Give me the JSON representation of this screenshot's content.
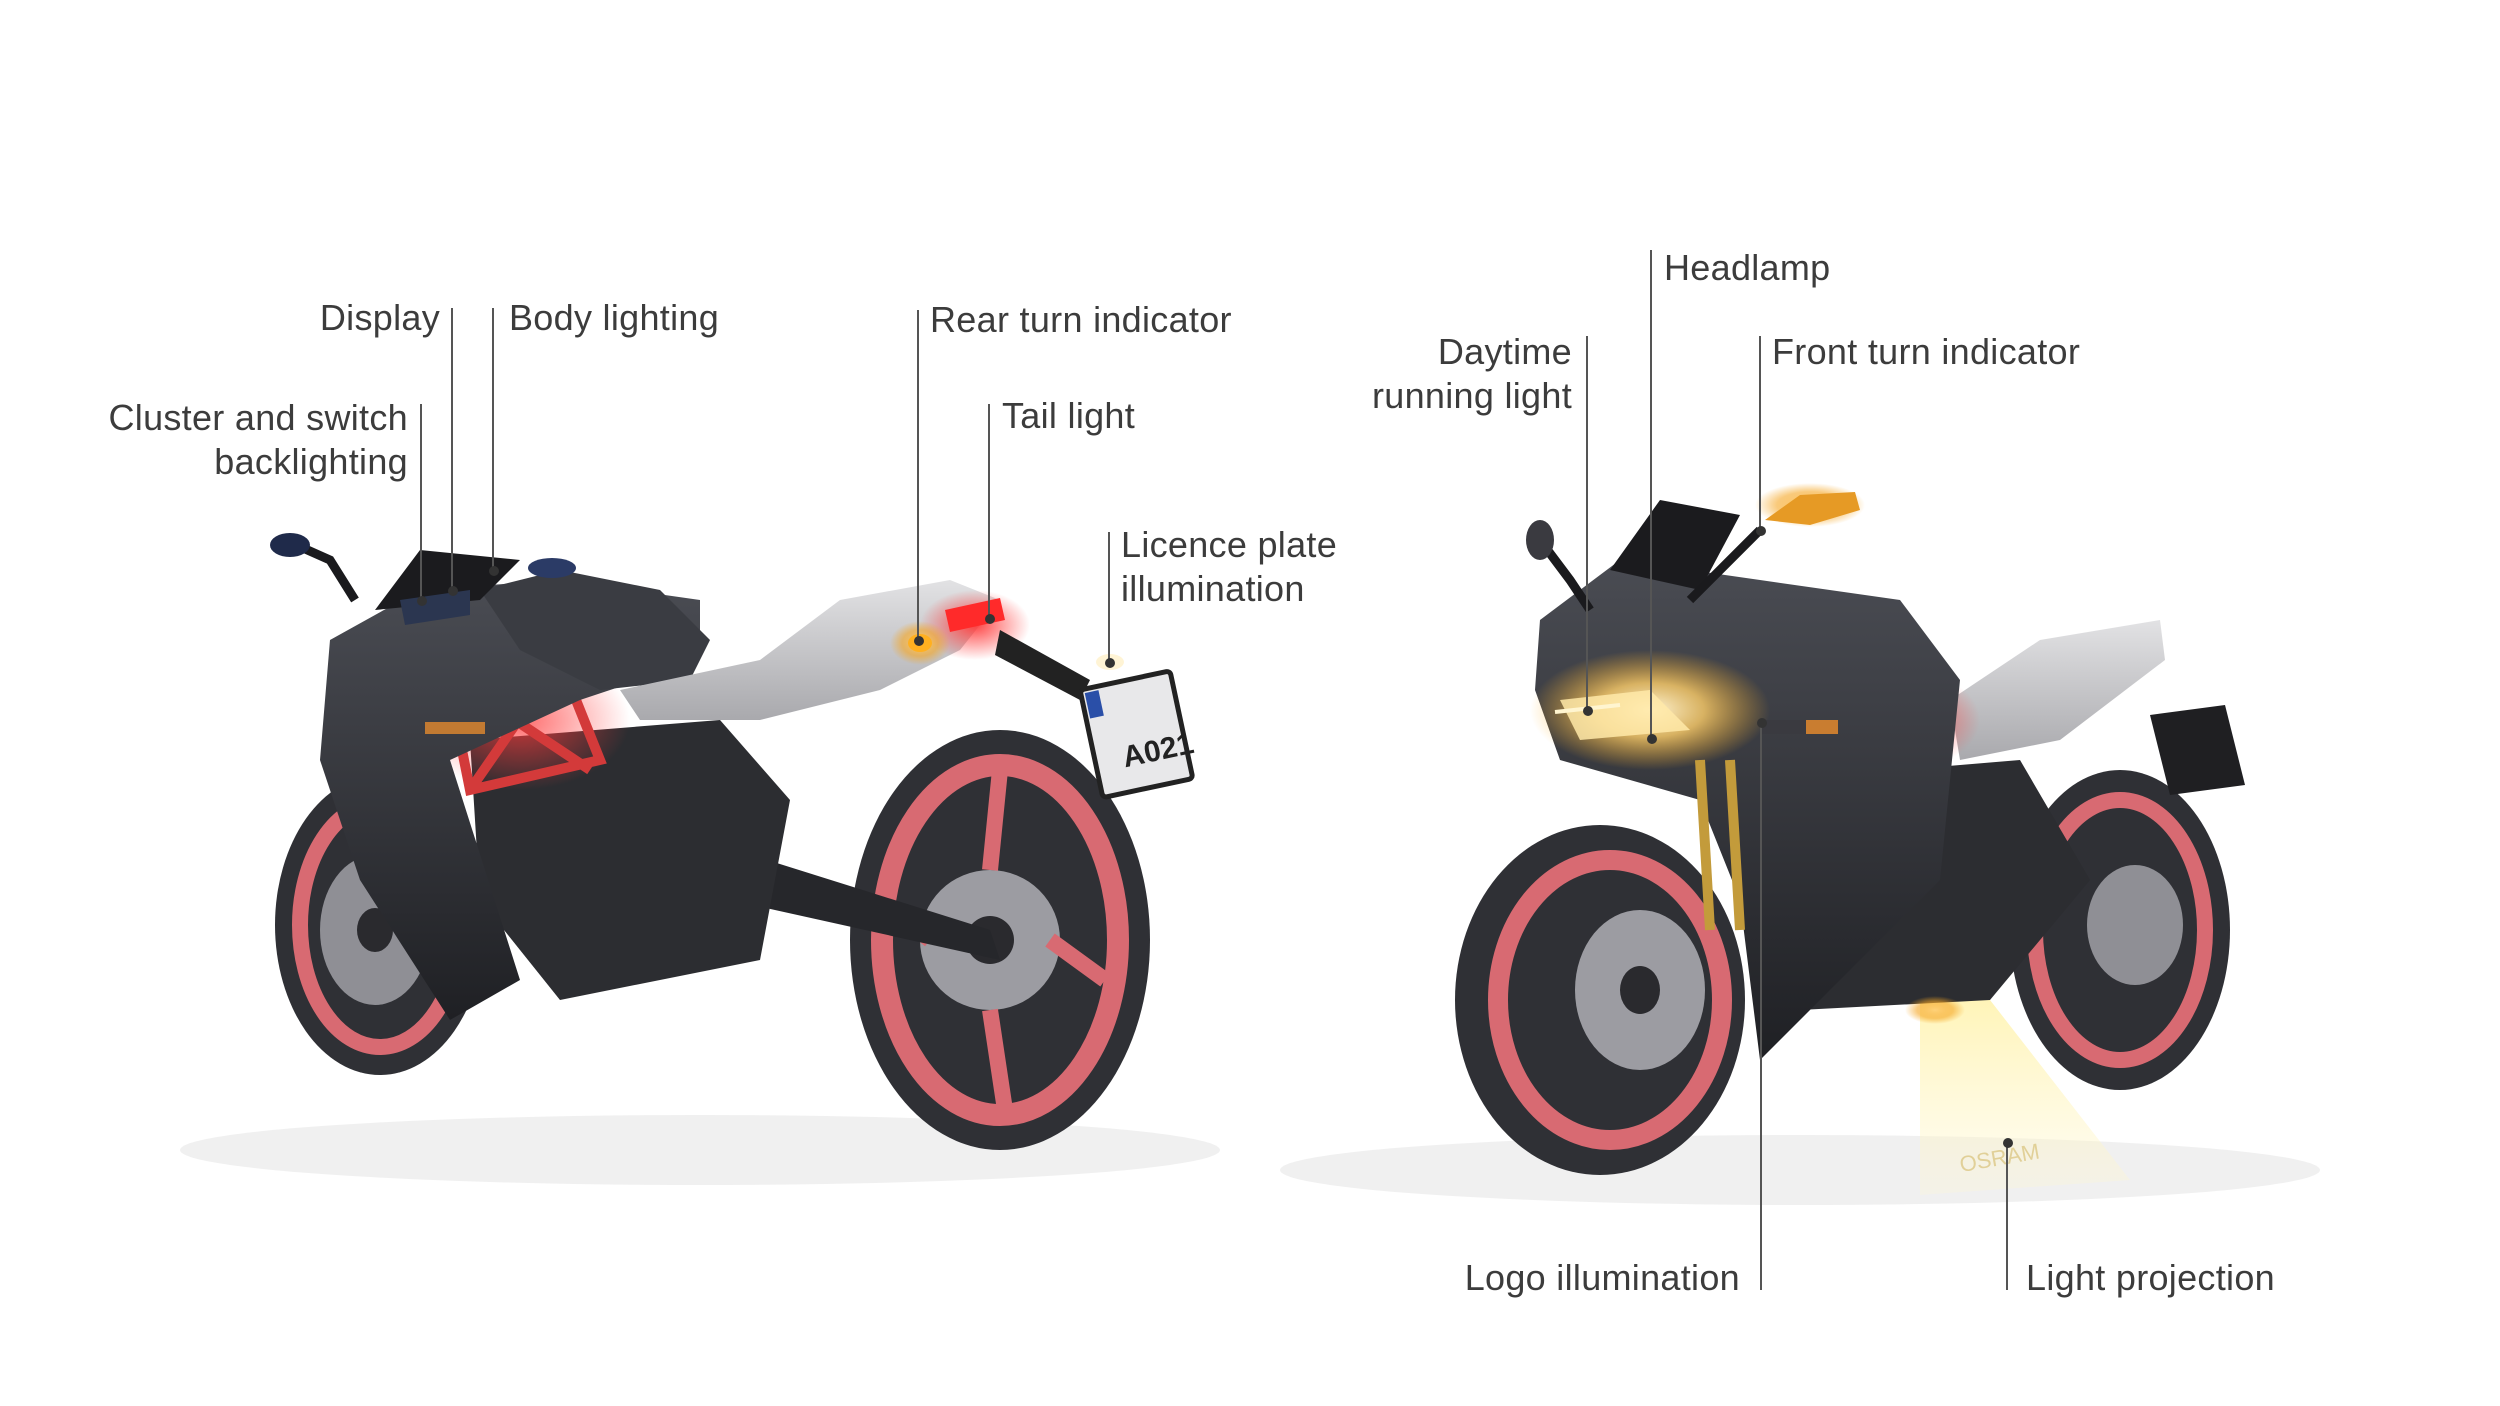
{
  "labels": {
    "display": "Display",
    "body_lighting": "Body lighting",
    "cluster_line1": "Cluster and switch",
    "cluster_line2": "backlighting",
    "rear_turn": "Rear turn indicator",
    "tail_light": "Tail light",
    "licence_line1": "Licence plate",
    "licence_line2": "illumination",
    "headlamp": "Headlamp",
    "drl_line1": "Daytime",
    "drl_line2": "running light",
    "front_turn": "Front turn indicator",
    "logo_illumination": "Logo illumination",
    "light_projection": "Light projection"
  },
  "plate_text": "A021",
  "brand_badge": "OSRAM",
  "colors": {
    "body": "#2e2f33",
    "wheel_rim": "#d86a72",
    "tire": "#34353a",
    "amber": "#f5a623",
    "red_glow": "#e0222c",
    "seat": "#c9c9cc"
  }
}
